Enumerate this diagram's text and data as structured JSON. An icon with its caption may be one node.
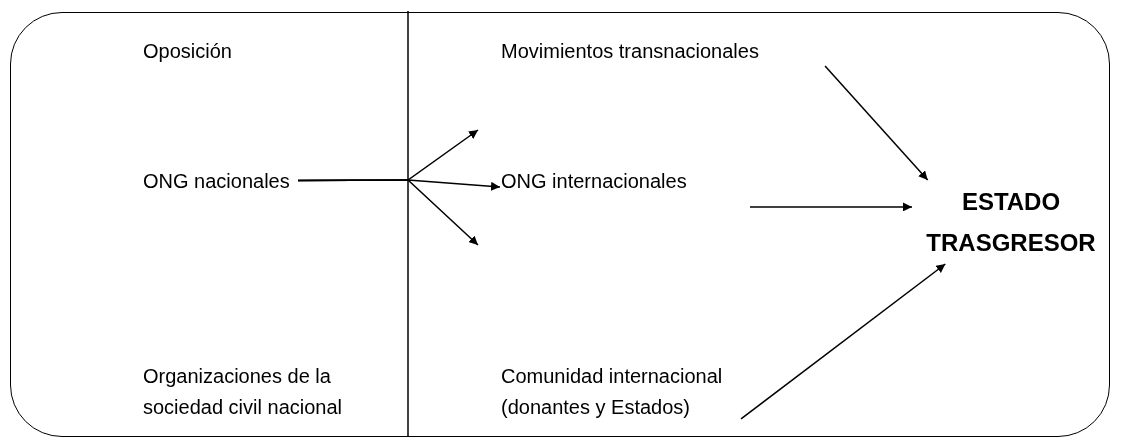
{
  "diagram": {
    "nodes": [
      {
        "text": [],
        "shape": "box"
      },
      {
        "text": [
          "Oposición"
        ],
        "in": 0
      },
      {
        "text": [
          "Movimientos transnacionales"
        ],
        "in": 0
      },
      {
        "text": [
          "ONG nacionales"
        ],
        "in": 0
      },
      {
        "text": [
          "ONG internacionales"
        ],
        "in": 0
      },
      {
        "text": [
          "ESTADO TRASGRESOR"
        ],
        "in": 0
      },
      {
        "text": [
          "Organizaciones de la sociedad civil nacional"
        ],
        "in": 0
      },
      {
        "text": [
          "Comunidad internacional (donantes y Estados)"
        ],
        "in": 0
      }
    ],
    "edges": [
      {
        "from": 3,
        "to": null,
        "arrow": "to"
      },
      {
        "from": 3,
        "to": 4,
        "arrow": "to"
      },
      {
        "from": 3,
        "to": null,
        "arrow": "to"
      },
      {
        "from": 2,
        "to": 5,
        "arrow": "to"
      },
      {
        "from": 4,
        "to": 5,
        "arrow": "to"
      },
      {
        "from": 7,
        "to": 5,
        "arrow": "to"
      }
    ]
  }
}
